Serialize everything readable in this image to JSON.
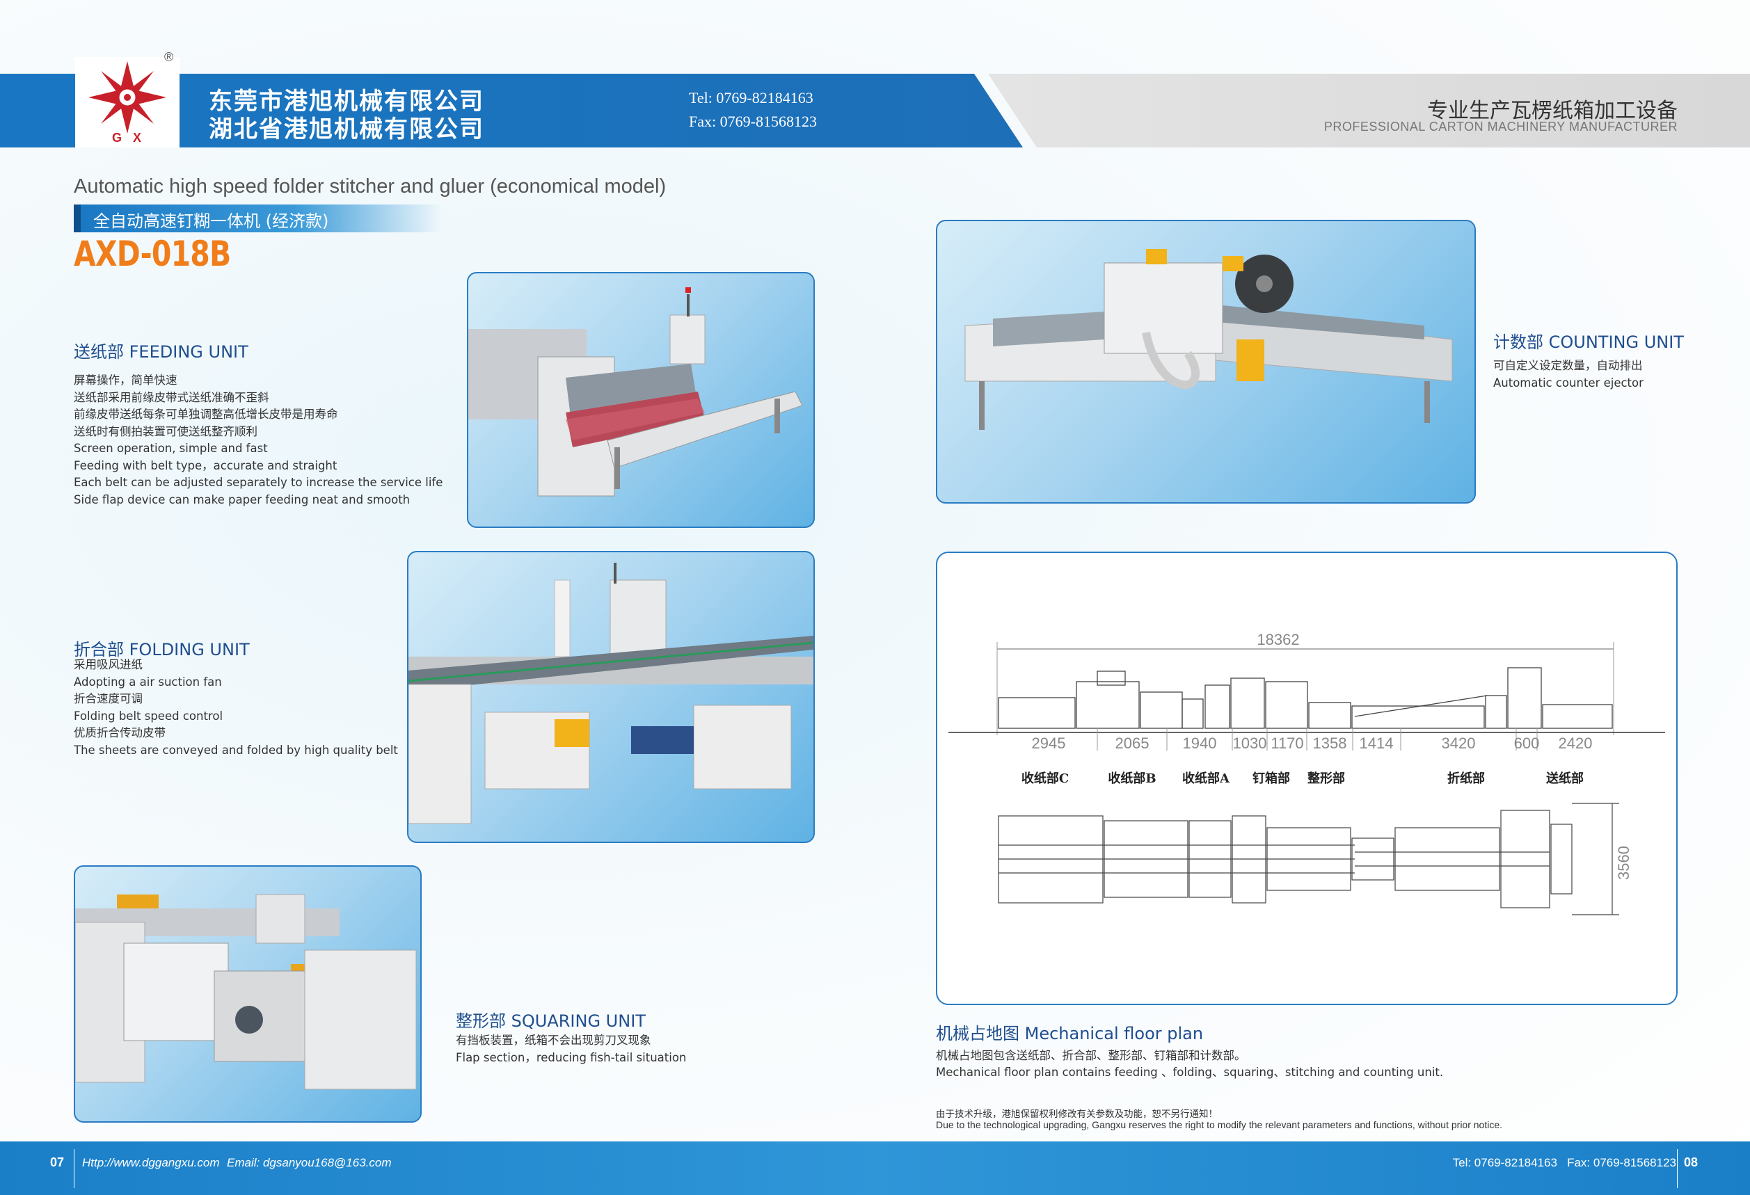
{
  "header": {
    "logo_reg": "®",
    "logo_letters": "GX",
    "company_cn_1": "东莞市港旭机械有限公司",
    "company_cn_2": "湖北省港旭机械有限公司",
    "tel": "Tel: 0769-82184163",
    "fax": "Fax: 0769-81568123",
    "slogan_cn": "专业生产瓦楞纸箱加工设备",
    "slogan_en": "PROFESSIONAL CARTON MACHINERY MANUFACTURER"
  },
  "product": {
    "title_en": "Automatic high speed folder stitcher and gluer (economical model)",
    "title_cn": "全自动高速钉糊一体机 (经济款)",
    "model": "AXD-018B"
  },
  "feeding": {
    "title": "送纸部 FEEDING UNIT",
    "lines": [
      "屏幕操作，简单快速",
      "送纸部采用前缘皮带式送纸准确不歪斜",
      "前缘皮带送纸每条可单独调整高低增长皮带是用寿命",
      "送纸时有侧拍装置可使送纸整齐顺利",
      "Screen operation, simple and fast",
      "Feeding with belt type，accurate and straight",
      "Each belt can be adjusted separately to increase the service life",
      "Side flap device can make paper feeding neat and smooth"
    ]
  },
  "folding": {
    "title": "折合部 FOLDING UNIT",
    "lines": [
      "采用吸风进纸",
      "Adopting a air suction fan",
      "折合速度可调",
      "Folding belt speed control",
      "优质折合传动皮带",
      "The sheets are conveyed and folded by high quality belt"
    ]
  },
  "squaring": {
    "title": "整形部 SQUARING UNIT",
    "lines": [
      "有挡板装置，纸箱不会出现剪刀叉现象",
      "Flap section，reducing fish-tail situation"
    ]
  },
  "counting": {
    "title": "计数部 COUNTING UNIT",
    "lines": [
      "可自定义设定数量，自动排出",
      "Automatic counter ejector"
    ]
  },
  "floorplan": {
    "total_length": "18362",
    "segments": [
      "2945",
      "2065",
      "1940",
      "1030",
      "1170",
      "1358",
      "1414",
      "3420",
      "600",
      "2420"
    ],
    "width": "3560",
    "unit_labels": [
      "收纸部C",
      "收纸部B",
      "收纸部A",
      "钉箱部",
      "整形部",
      "折纸部",
      "送纸部"
    ],
    "title": "机械占地图 Mechanical floor plan",
    "desc_cn": "机械占地图包含送纸部、折合部、整形部、钉箱部和计数部。",
    "desc_en": "Mechanical floor plan contains feeding 、folding、squaring、stitching and counting unit."
  },
  "notice": {
    "cn": "由于技术升级，港旭保留权利修改有关参数及功能，恕不另行通知！",
    "en": "Due to the technological upgrading, Gangxu reserves the right to modify the relevant parameters and functions, without prior notice."
  },
  "footer": {
    "page_left": "07",
    "web": "Http://www.dggangxu.com",
    "email": "Email: dgsanyou168@163.com",
    "contact": "Tel: 0769-82184163   Fax: 0769-81568123",
    "page_right": "08"
  },
  "colors": {
    "brand_blue": "#1976c2",
    "model_orange": "#f07d1a",
    "logo_red": "#c8202a"
  }
}
